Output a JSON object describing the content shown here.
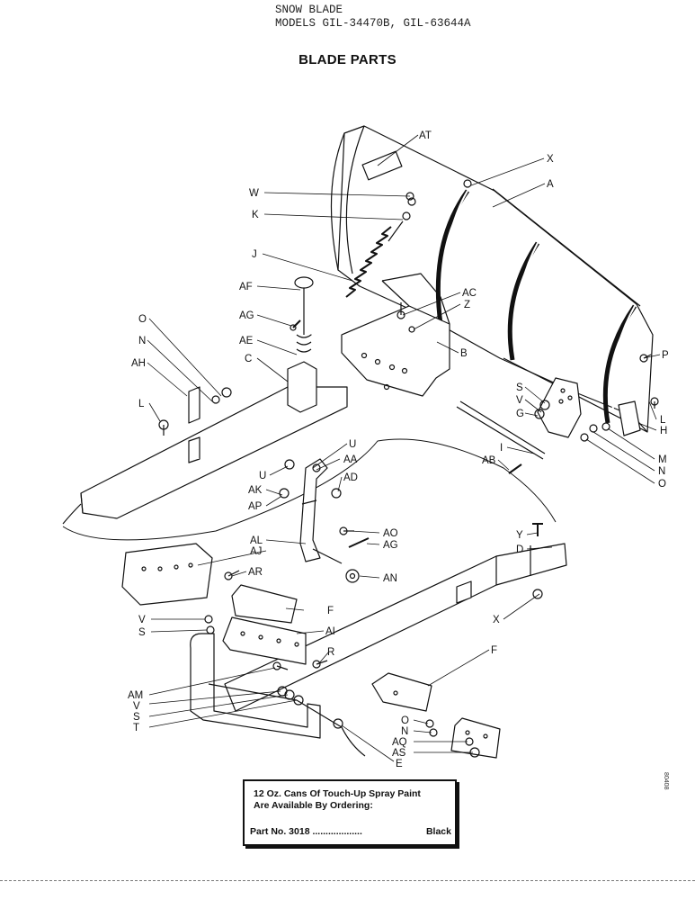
{
  "header": {
    "line1": "SNOW BLADE",
    "line2": "MODELS GIL-34470B, GIL-63644A"
  },
  "title": "BLADE PARTS",
  "paint_box": {
    "line1": "12 Oz. Cans Of Touch-Up Spray Paint",
    "line2": "Are Available By Ordering:",
    "part_label": "Part No. 3018",
    "dots": "...................",
    "color": "Black"
  },
  "side_code": "80408",
  "callouts": {
    "AT": "AT",
    "X": "X",
    "W": "W",
    "A": "A",
    "K": "K",
    "J": "J",
    "AF": "AF",
    "AC": "AC",
    "Z": "Z",
    "O": "O",
    "AG": "AG",
    "N": "N",
    "AE": "AE",
    "B": "B",
    "AH": "AH",
    "C": "C",
    "P": "P",
    "S": "S",
    "V": "V",
    "L": "L",
    "G": "G",
    "H": "H",
    "I": "I",
    "M": "M",
    "U": "U",
    "AB": "AB",
    "AA": "AA",
    "AK": "AK",
    "AD": "AD",
    "AP": "AP",
    "AO": "AO",
    "Y": "Y",
    "AL": "AL",
    "AJ": "AJ",
    "D": "D",
    "AR": "AR",
    "AN": "AN",
    "F": "F",
    "AI": "AI",
    "R": "R",
    "AM": "AM",
    "T": "T",
    "E": "E",
    "AQ": "AQ",
    "AS": "AS"
  }
}
